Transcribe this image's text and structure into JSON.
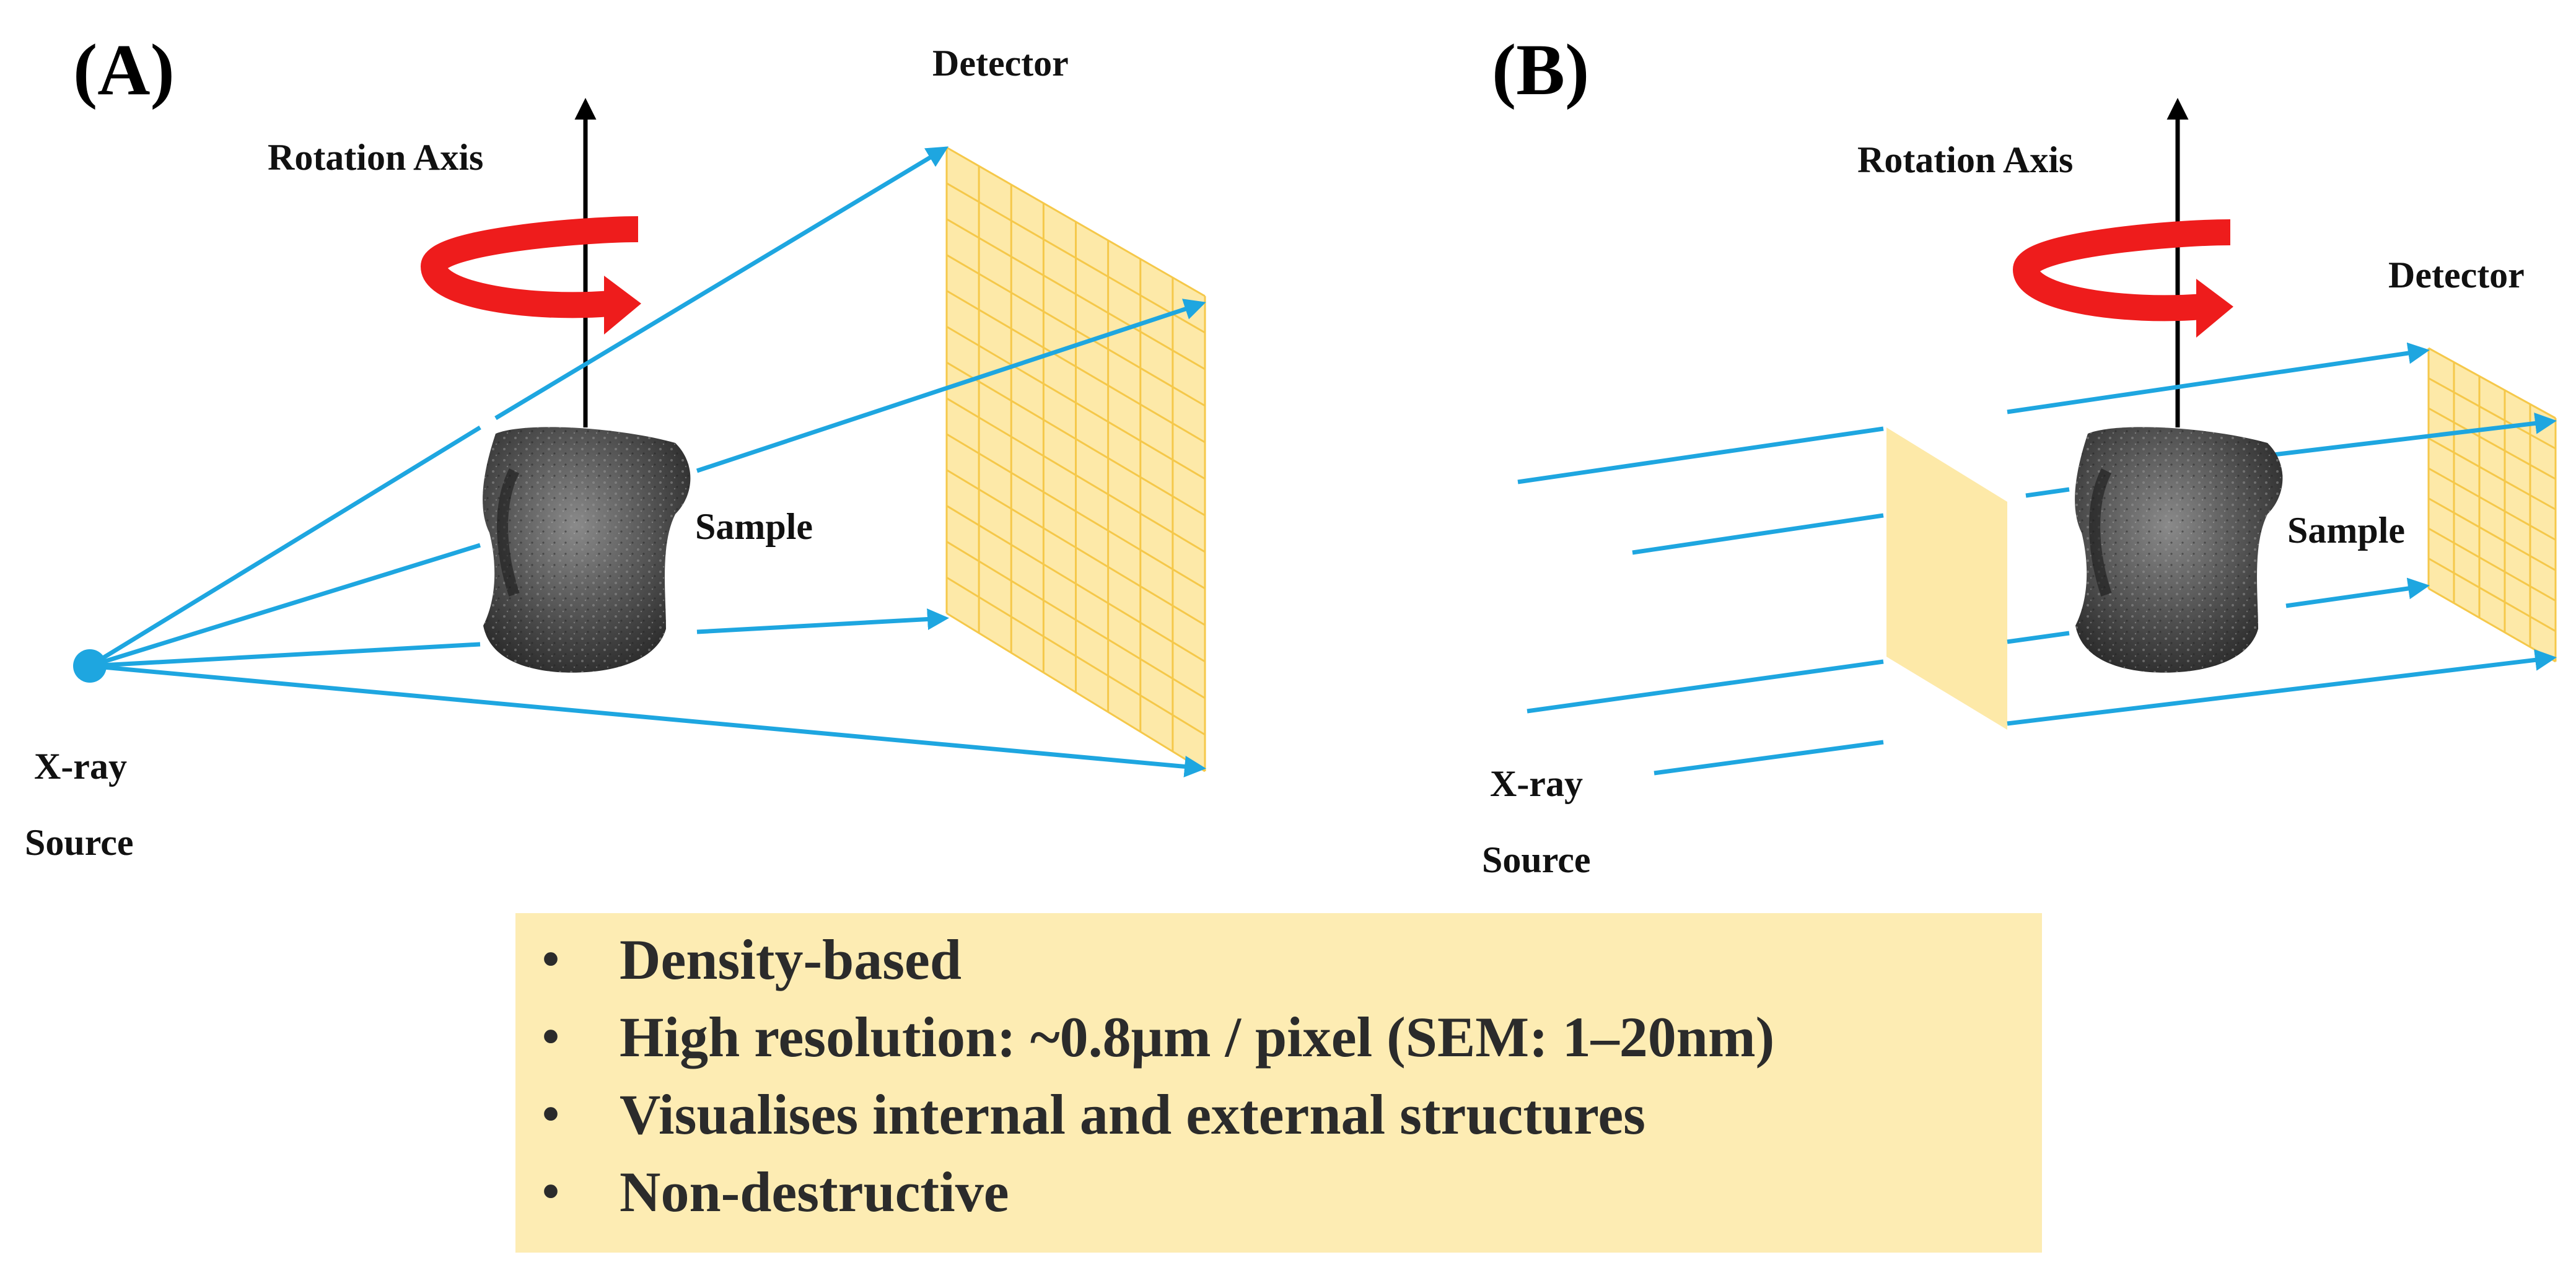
{
  "panels": [
    {
      "label": "(A)",
      "detector_label": "Detector",
      "axis_label": "Rotation Axis",
      "sample_label": "Sample",
      "source_label_line1": "X-ray",
      "source_label_line2": "Source"
    },
    {
      "label": "(B)",
      "detector_label": "Detector",
      "axis_label": "Rotation Axis",
      "sample_label": "Sample",
      "source_label_line1": "X-ray",
      "source_label_line2": "Source"
    }
  ],
  "info_box": {
    "bullet_symbol": "•",
    "items": [
      "Density-based",
      "High resolution: ~0.8μm / pixel (SEM: 1–20nm)",
      "Visualises internal and external structures",
      "Non-destructive"
    ]
  },
  "colors": {
    "beam": "#1ea6e0",
    "detector_fill": "#fde9a8",
    "detector_grid": "#f5c84a",
    "rotation_arrow": "#ee1c1c",
    "info_box_fill": "#fdecb3",
    "sample": "#4a4a4a"
  },
  "icons": {
    "rotation": "curved-arrow-icon",
    "axis": "up-arrow-icon",
    "source": "dot-icon"
  }
}
